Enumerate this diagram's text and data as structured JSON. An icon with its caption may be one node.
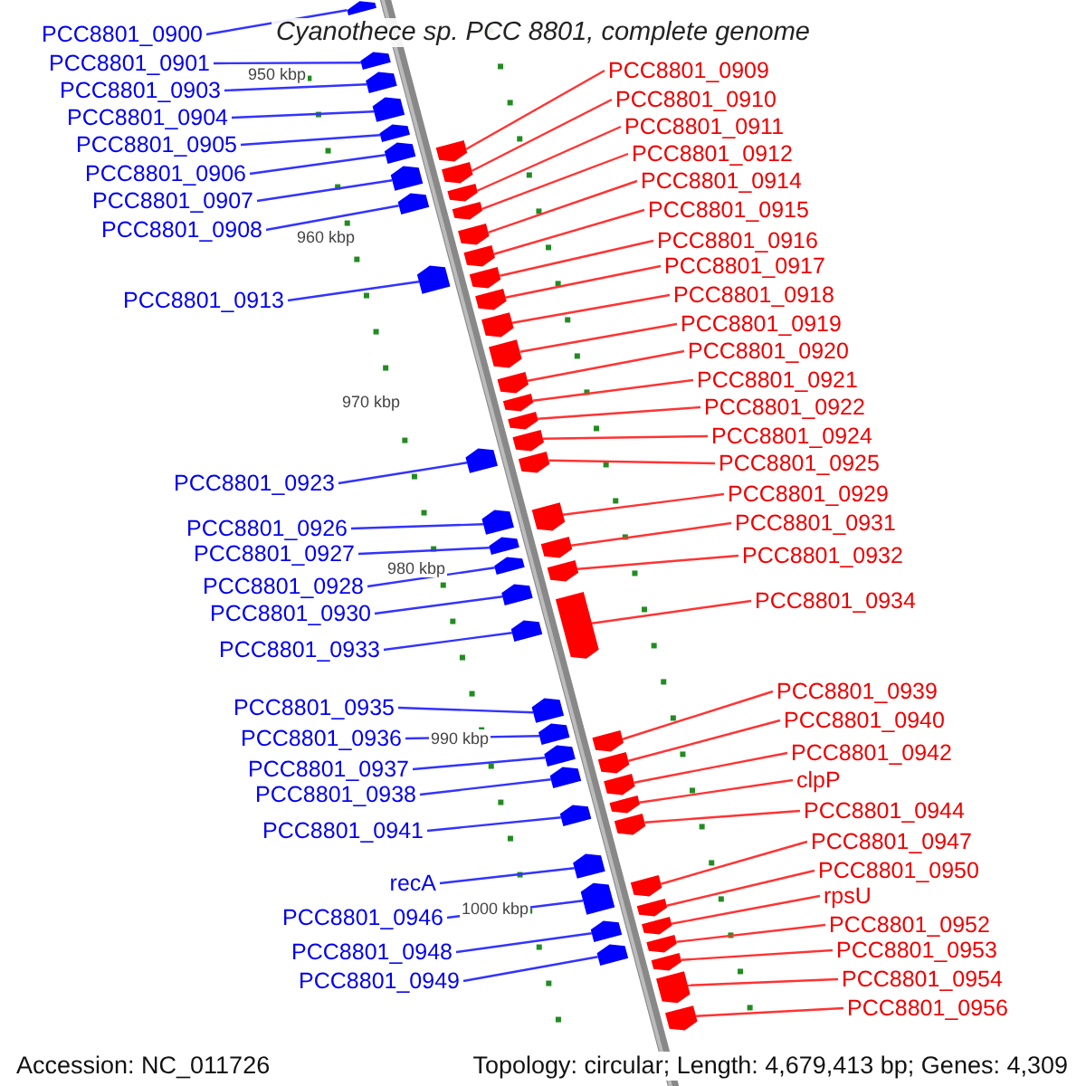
{
  "diagram": {
    "title": "Cyanothece sp. PCC 8801, complete genome",
    "nodes": [
      {
        "text": [
          "PCC8801_0900"
        ]
      },
      {
        "text": [
          "PCC8801_0901"
        ]
      },
      {
        "text": [
          "PCC8801_0903"
        ]
      },
      {
        "text": [
          "PCC8801_0904"
        ]
      },
      {
        "text": [
          "PCC8801_0905"
        ]
      },
      {
        "text": [
          "PCC8801_0906"
        ]
      },
      {
        "text": [
          "PCC8801_0907"
        ]
      },
      {
        "text": [
          "PCC8801_0908"
        ]
      },
      {
        "text": [
          "PCC8801_0913"
        ]
      },
      {
        "text": [
          "PCC8801_0923"
        ]
      },
      {
        "text": [
          "PCC8801_0926"
        ]
      },
      {
        "text": [
          "PCC8801_0927"
        ]
      },
      {
        "text": [
          "PCC8801_0928"
        ]
      },
      {
        "text": [
          "PCC8801_0930"
        ]
      },
      {
        "text": [
          "PCC8801_0933"
        ]
      },
      {
        "text": [
          "PCC8801_0935"
        ]
      },
      {
        "text": [
          "PCC8801_0936"
        ]
      },
      {
        "text": [
          "PCC8801_0937"
        ]
      },
      {
        "text": [
          "PCC8801_0938"
        ]
      },
      {
        "text": [
          "PCC8801_0941"
        ]
      },
      {
        "text": [
          "recA"
        ]
      },
      {
        "text": [
          "PCC8801_0946"
        ]
      },
      {
        "text": [
          "PCC8801_0948"
        ]
      },
      {
        "text": [
          "PCC8801_0949"
        ]
      },
      {
        "text": [
          "PCC8801_0909"
        ]
      },
      {
        "text": [
          "PCC8801_0910"
        ]
      },
      {
        "text": [
          "PCC8801_0911"
        ]
      },
      {
        "text": [
          "PCC8801_0912"
        ]
      },
      {
        "text": [
          "PCC8801_0914"
        ]
      },
      {
        "text": [
          "PCC8801_0915"
        ]
      },
      {
        "text": [
          "PCC8801_0916"
        ]
      },
      {
        "text": [
          "PCC8801_0917"
        ]
      },
      {
        "text": [
          "PCC8801_0918"
        ]
      },
      {
        "text": [
          "PCC8801_0919"
        ]
      },
      {
        "text": [
          "PCC8801_0920"
        ]
      },
      {
        "text": [
          "PCC8801_0921"
        ]
      },
      {
        "text": [
          "PCC8801_0922"
        ]
      },
      {
        "text": [
          "PCC8801_0924"
        ]
      },
      {
        "text": [
          "PCC8801_0925"
        ]
      },
      {
        "text": [
          "PCC8801_0929"
        ]
      },
      {
        "text": [
          "PCC8801_0931"
        ]
      },
      {
        "text": [
          "PCC8801_0932"
        ]
      },
      {
        "text": [
          "PCC8801_0934"
        ]
      },
      {
        "text": [
          "PCC8801_0939"
        ]
      },
      {
        "text": [
          "PCC8801_0940"
        ]
      },
      {
        "text": [
          "PCC8801_0942"
        ]
      },
      {
        "text": [
          "clpP"
        ]
      },
      {
        "text": [
          "PCC8801_0944"
        ]
      },
      {
        "text": [
          "PCC8801_0947"
        ]
      },
      {
        "text": [
          "PCC8801_0950"
        ]
      },
      {
        "text": [
          "rpsU"
        ]
      },
      {
        "text": [
          "PCC8801_0952"
        ]
      },
      {
        "text": [
          "PCC8801_0953"
        ]
      },
      {
        "text": [
          "PCC8801_0954"
        ]
      },
      {
        "text": [
          "PCC8801_0956"
        ]
      },
      {
        "text": [],
        "shape": "box"
      },
      {
        "text": [],
        "shape": "box"
      },
      {
        "text": [],
        "shape": "box"
      },
      {
        "text": [],
        "shape": "box"
      },
      {
        "text": [],
        "shape": "box"
      },
      {
        "text": [],
        "shape": "box"
      },
      {
        "text": [],
        "shape": "box"
      },
      {
        "text": [],
        "shape": "box"
      },
      {
        "text": [],
        "shape": "box"
      },
      {
        "text": [],
        "shape": "box"
      },
      {
        "text": [],
        "shape": "box"
      },
      {
        "text": [],
        "shape": "box"
      },
      {
        "text": [],
        "shape": "box"
      },
      {
        "text": [],
        "shape": "box"
      },
      {
        "text": [],
        "shape": "box"
      },
      {
        "text": [],
        "shape": "box"
      },
      {
        "text": [],
        "shape": "box"
      },
      {
        "text": [],
        "shape": "box"
      },
      {
        "text": [],
        "shape": "box"
      },
      {
        "text": [],
        "shape": "box"
      },
      {
        "text": [],
        "shape": "box"
      },
      {
        "text": [],
        "shape": "box"
      },
      {
        "text": [],
        "shape": "box"
      },
      {
        "text": [],
        "shape": "box"
      },
      {
        "text": [],
        "shape": "box"
      },
      {
        "text": [],
        "shape": "box"
      },
      {
        "text": [],
        "shape": "box"
      },
      {
        "text": [],
        "shape": "box"
      },
      {
        "text": [],
        "shape": "box"
      },
      {
        "text": [],
        "shape": "box"
      },
      {
        "text": [],
        "shape": "box"
      },
      {
        "text": [],
        "shape": "box"
      },
      {
        "text": [],
        "shape": "box"
      },
      {
        "text": [],
        "shape": "box"
      },
      {
        "text": [],
        "shape": "box"
      },
      {
        "text": [],
        "shape": "box"
      },
      {
        "text": [],
        "shape": "box"
      },
      {
        "text": [],
        "shape": "box"
      },
      {
        "text": [],
        "shape": "box"
      },
      {
        "text": [],
        "shape": "box"
      },
      {
        "text": [],
        "shape": "box"
      },
      {
        "text": [],
        "shape": "box"
      },
      {
        "text": [],
        "shape": "box"
      },
      {
        "text": [],
        "shape": "box"
      },
      {
        "text": [],
        "shape": "box"
      },
      {
        "text": [],
        "shape": "box"
      },
      {
        "text": [],
        "shape": "box"
      },
      {
        "text": [],
        "shape": "box"
      },
      {
        "text": [],
        "shape": "box"
      },
      {
        "text": [],
        "shape": "box"
      },
      {
        "text": [],
        "shape": "box"
      },
      {
        "text": [],
        "shape": "box"
      },
      {
        "text": [],
        "shape": "box"
      },
      {
        "text": [],
        "shape": "box"
      },
      {
        "text": [],
        "shape": "box"
      }
    ],
    "edges": [
      {
        "from": 0,
        "to": 55,
        "arrow": "none",
        "color": "#3333ff"
      },
      {
        "from": 1,
        "to": 56,
        "arrow": "none",
        "color": "#3333ff"
      },
      {
        "from": 2,
        "to": 57,
        "arrow": "none",
        "color": "#3333ff"
      },
      {
        "from": 3,
        "to": 58,
        "arrow": "none",
        "color": "#3333ff"
      },
      {
        "from": 4,
        "to": 59,
        "arrow": "none",
        "color": "#3333ff"
      },
      {
        "from": 5,
        "to": 60,
        "arrow": "none",
        "color": "#3333ff"
      },
      {
        "from": 6,
        "to": 61,
        "arrow": "none",
        "color": "#3333ff"
      },
      {
        "from": 7,
        "to": 62,
        "arrow": "none",
        "color": "#3333ff"
      },
      {
        "from": 8,
        "to": 63,
        "arrow": "none",
        "color": "#3333ff"
      },
      {
        "from": 9,
        "to": 64,
        "arrow": "none",
        "color": "#3333ff"
      },
      {
        "from": 10,
        "to": 65,
        "arrow": "none",
        "color": "#3333ff"
      },
      {
        "from": 11,
        "to": 66,
        "arrow": "none",
        "color": "#3333ff"
      },
      {
        "from": 12,
        "to": 67,
        "arrow": "none",
        "color": "#3333ff"
      },
      {
        "from": 13,
        "to": 68,
        "arrow": "none",
        "color": "#3333ff"
      },
      {
        "from": 14,
        "to": 69,
        "arrow": "none",
        "color": "#3333ff"
      },
      {
        "from": 15,
        "to": 70,
        "arrow": "none",
        "color": "#3333ff"
      },
      {
        "from": 16,
        "to": 71,
        "arrow": "none",
        "color": "#3333ff"
      },
      {
        "from": 17,
        "to": 72,
        "arrow": "none",
        "color": "#3333ff"
      },
      {
        "from": 18,
        "to": 73,
        "arrow": "none",
        "color": "#3333ff"
      },
      {
        "from": 19,
        "to": 74,
        "arrow": "none",
        "color": "#3333ff"
      },
      {
        "from": 20,
        "to": 75,
        "arrow": "none",
        "color": "#3333ff"
      },
      {
        "from": 21,
        "to": 76,
        "arrow": "none",
        "color": "#3333ff"
      },
      {
        "from": 22,
        "to": 77,
        "arrow": "none",
        "color": "#3333ff"
      },
      {
        "from": 23,
        "to": 78,
        "arrow": "none",
        "color": "#3333ff"
      },
      {
        "from": 24,
        "to": 79,
        "arrow": "none"
      },
      {
        "from": 25,
        "to": 80,
        "arrow": "none"
      },
      {
        "from": 26,
        "to": 81,
        "arrow": "none"
      },
      {
        "from": 27,
        "to": 82,
        "arrow": "none"
      },
      {
        "from": 28,
        "to": 83,
        "arrow": "none"
      },
      {
        "from": 29,
        "to": 84,
        "arrow": "none"
      },
      {
        "from": 30,
        "to": 85,
        "arrow": "none"
      },
      {
        "from": 31,
        "to": 86,
        "arrow": "none"
      },
      {
        "from": 32,
        "to": 87,
        "arrow": "none"
      },
      {
        "from": 33,
        "to": 88,
        "arrow": "none"
      },
      {
        "from": 34,
        "to": 89,
        "arrow": "none"
      },
      {
        "from": 35,
        "to": 90,
        "arrow": "none"
      },
      {
        "from": 36,
        "to": 91,
        "arrow": "none"
      },
      {
        "from": 37,
        "to": 92,
        "arrow": "none"
      },
      {
        "from": 38,
        "to": 93,
        "arrow": "none"
      },
      {
        "from": 39,
        "to": 94,
        "arrow": "none"
      },
      {
        "from": 40,
        "to": 95,
        "arrow": "none"
      },
      {
        "from": 41,
        "to": 96,
        "arrow": "none"
      },
      {
        "from": 42,
        "to": 97,
        "arrow": "none"
      },
      {
        "from": 43,
        "to": 98,
        "arrow": "none"
      },
      {
        "from": 44,
        "to": 99,
        "arrow": "none"
      },
      {
        "from": 45,
        "to": 100,
        "arrow": "none"
      },
      {
        "from": 46,
        "to": 101,
        "arrow": "none"
      },
      {
        "from": 47,
        "to": 102,
        "arrow": "none"
      },
      {
        "from": 48,
        "to": 103,
        "arrow": "none"
      },
      {
        "from": 49,
        "to": 104,
        "arrow": "none"
      },
      {
        "from": 50,
        "to": 105,
        "arrow": "none"
      },
      {
        "from": 51,
        "to": 106,
        "arrow": "none"
      },
      {
        "from": 52,
        "to": 107,
        "arrow": "none"
      },
      {
        "from": 53,
        "to": 108,
        "arrow": "none"
      },
      {
        "from": 54,
        "to": 109,
        "arrow": "none"
      }
    ],
    "labels": [
      "950 kbp",
      "960 kbp",
      "970 kbp",
      "980 kbp",
      "990 kbp",
      "1000 kbp",
      "Accession: NC_011726",
      "Topology: circular; Length: 4,679,413 bp; Genes: 4,309"
    ]
  }
}
